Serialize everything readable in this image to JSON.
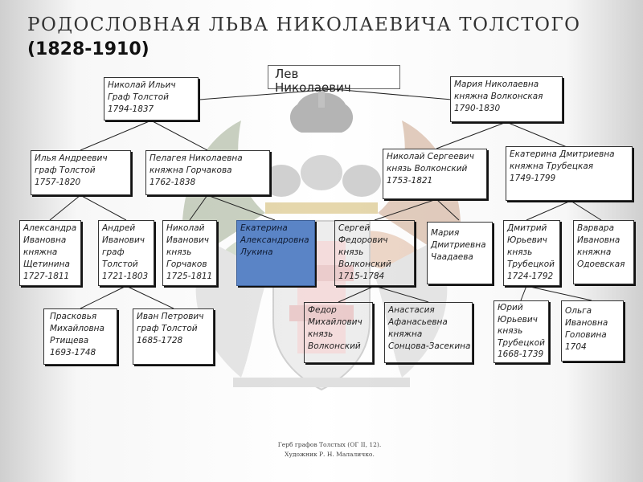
{
  "header": {
    "title": "РОДОСЛОВНАЯ ЛЬВА НИКОЛАЕВИЧА ТОЛСТОГО",
    "years": "(1828-1910)"
  },
  "root": {
    "lines": [
      "Лев",
      "Николаевич"
    ]
  },
  "persons": {
    "father": {
      "lines": [
        "Николай Ильич",
        "Граф Толстой",
        "1794-1837"
      ]
    },
    "mother": {
      "lines": [
        "Мария Николаевна",
        "княжна Волконская",
        "1790-1830"
      ]
    },
    "pat_grandfather": {
      "lines": [
        "Илья Андреевич",
        "граф Толстой",
        "1757-1820"
      ]
    },
    "pat_grandmother": {
      "lines": [
        "Пелагея Николаевна",
        "княжна Горчакова",
        "1762-1838"
      ]
    },
    "mat_grandfather": {
      "lines": [
        "Николай Сергеевич",
        "князь Волконский",
        "1753-1821"
      ]
    },
    "mat_grandmother": {
      "lines": [
        "Екатерина Дмитриевна",
        "княжна Трубецкая",
        "1749-1799"
      ]
    },
    "alexandra": {
      "lines": [
        "Александра",
        "Ивановна",
        "княжна",
        "Щетинина",
        "1727-1811"
      ]
    },
    "andrey": {
      "lines": [
        "Андрей",
        "Иванович",
        "граф",
        "Толстой",
        "1721-1803"
      ]
    },
    "nikolay_gorchakov": {
      "lines": [
        "Николай",
        "Иванович",
        "князь",
        "Горчаков",
        "1725-1811"
      ]
    },
    "ekaterina_lukina": {
      "lines": [
        "Екатерина",
        "Александровна",
        "Лукина"
      ]
    },
    "sergey_volkonsky": {
      "lines": [
        "Сергей",
        "Федорович",
        "князь",
        "Волконский",
        "1715-1784"
      ]
    },
    "maria_chaadaeva": {
      "lines": [
        "Мария",
        "Дмитриевна",
        "Чаадаева"
      ]
    },
    "dmitry_trubetskoy": {
      "lines": [
        "Дмитрий",
        "Юрьевич",
        "князь",
        "Трубецкой",
        "1724-1792"
      ]
    },
    "varvara_odoevskaya": {
      "lines": [
        "Варвара",
        "Ивановна",
        "княжна",
        "Одоевская"
      ]
    },
    "praskovya": {
      "lines": [
        "Прасковья",
        "Михайловна",
        " Ртищева",
        "1693-1748"
      ]
    },
    "ivan_tolstoy": {
      "lines": [
        "Иван Петрович",
        "граф Толстой",
        "1685-1728"
      ]
    },
    "fedor_volkonsky": {
      "lines": [
        "Федор",
        "Михайлович",
        "князь",
        "Волконский"
      ]
    },
    "anastasia": {
      "lines": [
        "Анастасия",
        "Афанасьевна",
        "княжна",
        "Сонцова-Засекина"
      ]
    },
    "yury_trubetskoy": {
      "lines": [
        "Юрий",
        "Юрьевич",
        "князь",
        "Трубецкой",
        "1668-1739"
      ]
    },
    "olga_golovina": {
      "lines": [
        "Ольга",
        "Ивановна",
        "Головина",
        "1704"
      ]
    }
  },
  "caption": {
    "lines": [
      "Герб графов Толстых (ОГ II, 12).",
      "Художник Р. Н. Малаличко."
    ]
  },
  "colors": {
    "highlight": "#5a84c6",
    "border": "#333333"
  }
}
